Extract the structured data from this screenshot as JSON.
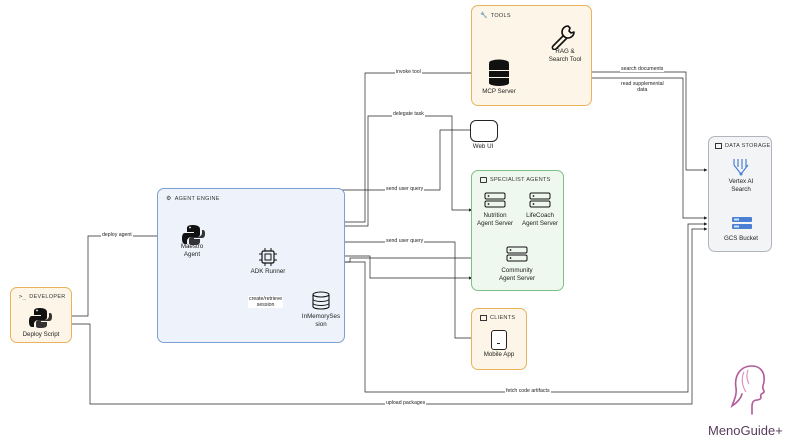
{
  "groups": {
    "tools": "TOOLS",
    "data_storage": "DATA STORAGE",
    "agent_engine": "AGENT ENGINE",
    "specialist_agents": "SPECIALIST AGENTS",
    "clients": "CLIENTS",
    "developer": "DEVELOPER"
  },
  "nodes": {
    "rag_tool": "RAG &\nSearch Tool",
    "mcp_server": "MCP Server",
    "web_ui": "Web UI",
    "vertex_ai_search": "Vertex AI\nSearch",
    "gcs_bucket": "GCS Bucket",
    "maestro_agent": "Maestro\nAgent",
    "adk_runner": "ADK Runner",
    "inmemory_session": "InMemorySes\nsion",
    "nutrition_agent": "Nutrition\nAgent Server",
    "lifecoach_agent": "LifeCoach\nAgent Server",
    "community_agent": "Community\nAgent Server",
    "mobile_app": "Mobile App",
    "deploy_script": "Deploy Script"
  },
  "edges": {
    "invoke_tool": "invoke tool",
    "search_documents": "search documents",
    "read_supplemental": "read supplemental\ndata",
    "delegate_task": "delegate task",
    "send_user_query_1": "send user query",
    "send_user_query_2": "send user query",
    "deploy_agent": "deploy agent",
    "create_retrieve_session": "create/retrieve\nsession",
    "fetch_code_artifacts": "fetch code artifacts",
    "upload_packages": "upload packages"
  },
  "brand": {
    "name": "MenoGuide+"
  },
  "colors": {
    "tools_fill": "#fdf6e8",
    "tools_border": "#e8b35a",
    "storage_fill": "#f3f4f6",
    "storage_border": "#b0b5bd",
    "engine_fill": "#eef3fb",
    "engine_border": "#7c9fd4",
    "specialist_fill": "#eef8ee",
    "specialist_border": "#7fbf86",
    "clients_fill": "#fdf6e8",
    "clients_border": "#e8b35a",
    "developer_fill": "#fdf6e8",
    "developer_border": "#e8b35a",
    "brand": "#b35a9a"
  }
}
